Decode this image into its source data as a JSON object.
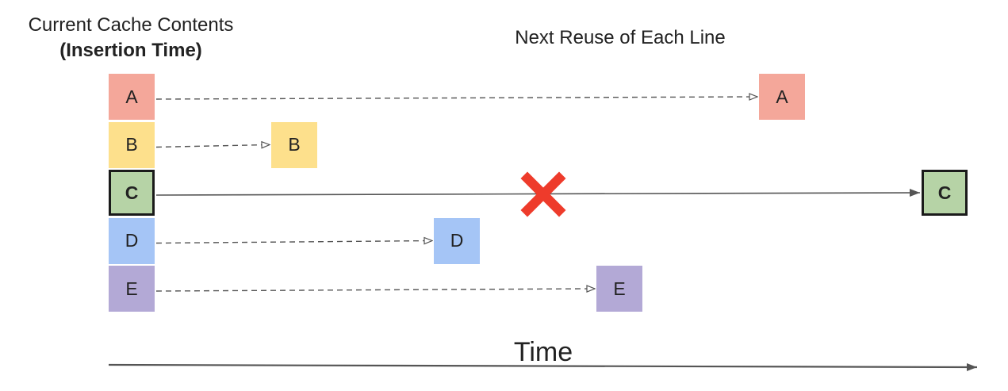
{
  "headings": {
    "cache_title": "Current Cache Contents",
    "cache_subtitle": "(Insertion Time)",
    "reuse_title": "Next Reuse of Each Line",
    "time_label": "Time"
  },
  "lines": [
    {
      "label": "A",
      "color": "#f4a79a",
      "reuse_order": 4,
      "evicted": false
    },
    {
      "label": "B",
      "color": "#fde08c",
      "reuse_order": 1,
      "evicted": false
    },
    {
      "label": "C",
      "color": "#b6d3a6",
      "reuse_order": 5,
      "evicted": true
    },
    {
      "label": "D",
      "color": "#a5c5f6",
      "reuse_order": 2,
      "evicted": false
    },
    {
      "label": "E",
      "color": "#b3a9d6",
      "reuse_order": 3,
      "evicted": false
    }
  ],
  "evict_marker_color": "#ee3b2b",
  "arrow_color": "#555555"
}
